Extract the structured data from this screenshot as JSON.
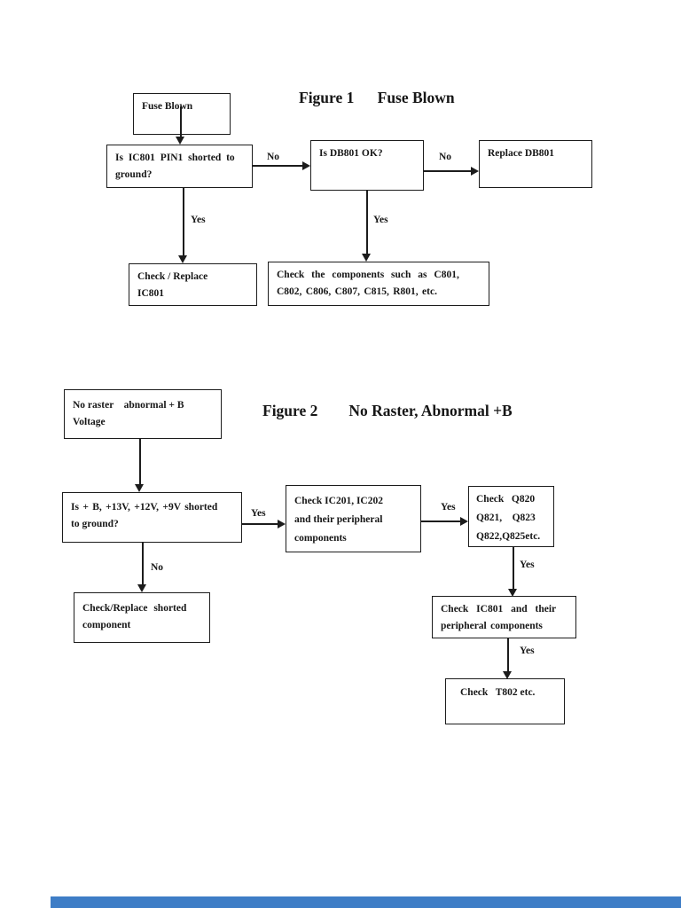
{
  "page": {
    "bottom_bar_color": "#3e7dc6"
  },
  "figure1": {
    "title": "Figure 1      Fuse Blown",
    "nodes": {
      "fuse_blown": {
        "lines": [
          "Fuse Blown"
        ]
      },
      "q_ic801": {
        "lines": [
          "Is IC801 PIN1 shorted to",
          "ground?"
        ]
      },
      "q_db801": {
        "lines": [
          "Is DB801 OK?"
        ]
      },
      "replace_db801": {
        "lines": [
          "Replace DB801"
        ]
      },
      "check_ic801": {
        "lines": [
          "Check / Replace",
          "IC801"
        ]
      },
      "check_components": {
        "lines": [
          "Check the components such as C801,",
          "C802, C806, C807, C815, R801, etc."
        ]
      }
    },
    "labels": {
      "no_ic801": "No",
      "no_db801": "No",
      "yes_ic801": "Yes",
      "yes_db801": "Yes"
    }
  },
  "figure2": {
    "title": "Figure 2        No Raster, Abnormal +B",
    "nodes": {
      "no_raster": {
        "lines": [
          "No raster    abnormal + B",
          "Voltage"
        ]
      },
      "q_shorted": {
        "lines": [
          "Is + B, +13V, +12V, +9V shorted",
          "to ground?"
        ]
      },
      "check_ic201": {
        "lines": [
          "Check IC201, IC202",
          "and their peripheral",
          "components"
        ]
      },
      "check_q820": {
        "lines": [
          "Check   Q820",
          "Q821,    Q823",
          "Q822,Q825etc."
        ]
      },
      "check_shorted": {
        "lines": [
          "Check/Replace shorted",
          "component"
        ]
      },
      "check_ic801": {
        "lines": [
          "Check IC801 and their",
          "peripheral components"
        ]
      },
      "check_t802": {
        "lines": [
          "Check   T802 etc."
        ]
      }
    },
    "labels": {
      "yes_shorted": "Yes",
      "yes_ic201": "Yes",
      "yes_q820": "Yes",
      "yes_ic801": "Yes",
      "no_shorted": "No"
    }
  }
}
